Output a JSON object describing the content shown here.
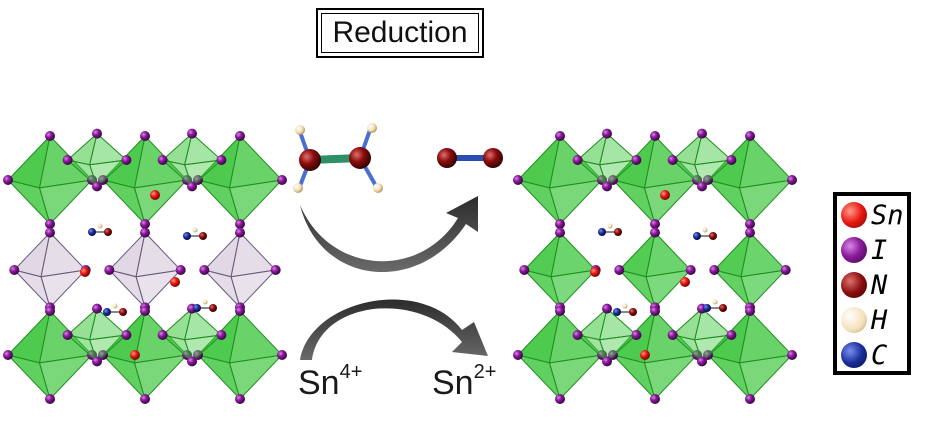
{
  "title": "Reduction",
  "ions": {
    "left": {
      "base": "Sn",
      "charge": "4+"
    },
    "right": {
      "base": "Sn",
      "charge": "2+"
    }
  },
  "legend": [
    {
      "symbol": "Sn",
      "color": "#e8170f"
    },
    {
      "symbol": "I",
      "color": "#8a1a9a"
    },
    {
      "symbol": "N",
      "color": "#8b0d0d"
    },
    {
      "symbol": "H",
      "color": "#f3dfb8"
    },
    {
      "symbol": "C",
      "color": "#1a2e9a"
    }
  ],
  "colors": {
    "octahedron": "#3fc73f",
    "octahedron_dark": "#1f8f1f",
    "grey_octahedron": "#c8b8d0",
    "arrow": "#555555"
  }
}
